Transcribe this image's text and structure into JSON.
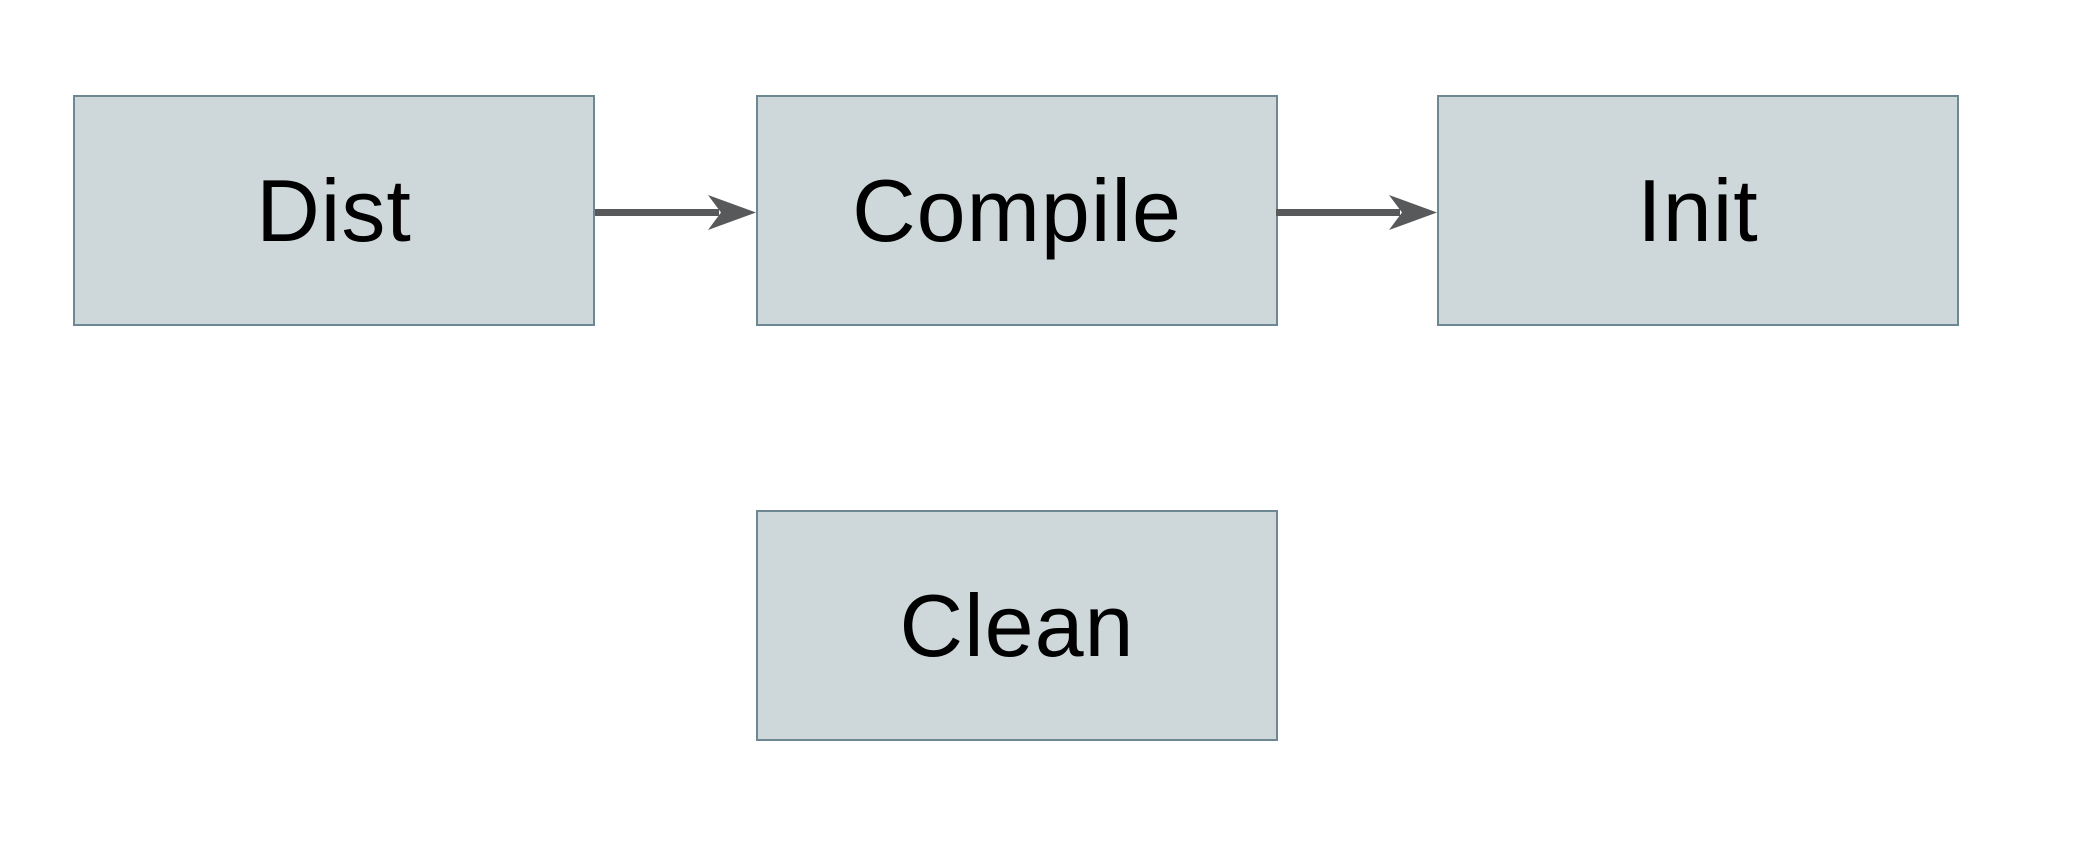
{
  "diagram": {
    "title": "build-targets-flow",
    "nodes": [
      {
        "id": "dist",
        "label": "Dist"
      },
      {
        "id": "compile",
        "label": "Compile"
      },
      {
        "id": "init",
        "label": "Init"
      },
      {
        "id": "clean",
        "label": "Clean"
      }
    ],
    "edges": [
      {
        "from": "dist",
        "to": "compile",
        "direction": "right"
      },
      {
        "from": "compile",
        "to": "init",
        "direction": "right"
      }
    ],
    "colors": {
      "background": "#ffffff",
      "node_fill": "#ced7da",
      "node_border": "#6d8793",
      "arrow": "#58595b",
      "text": "#000000"
    }
  }
}
